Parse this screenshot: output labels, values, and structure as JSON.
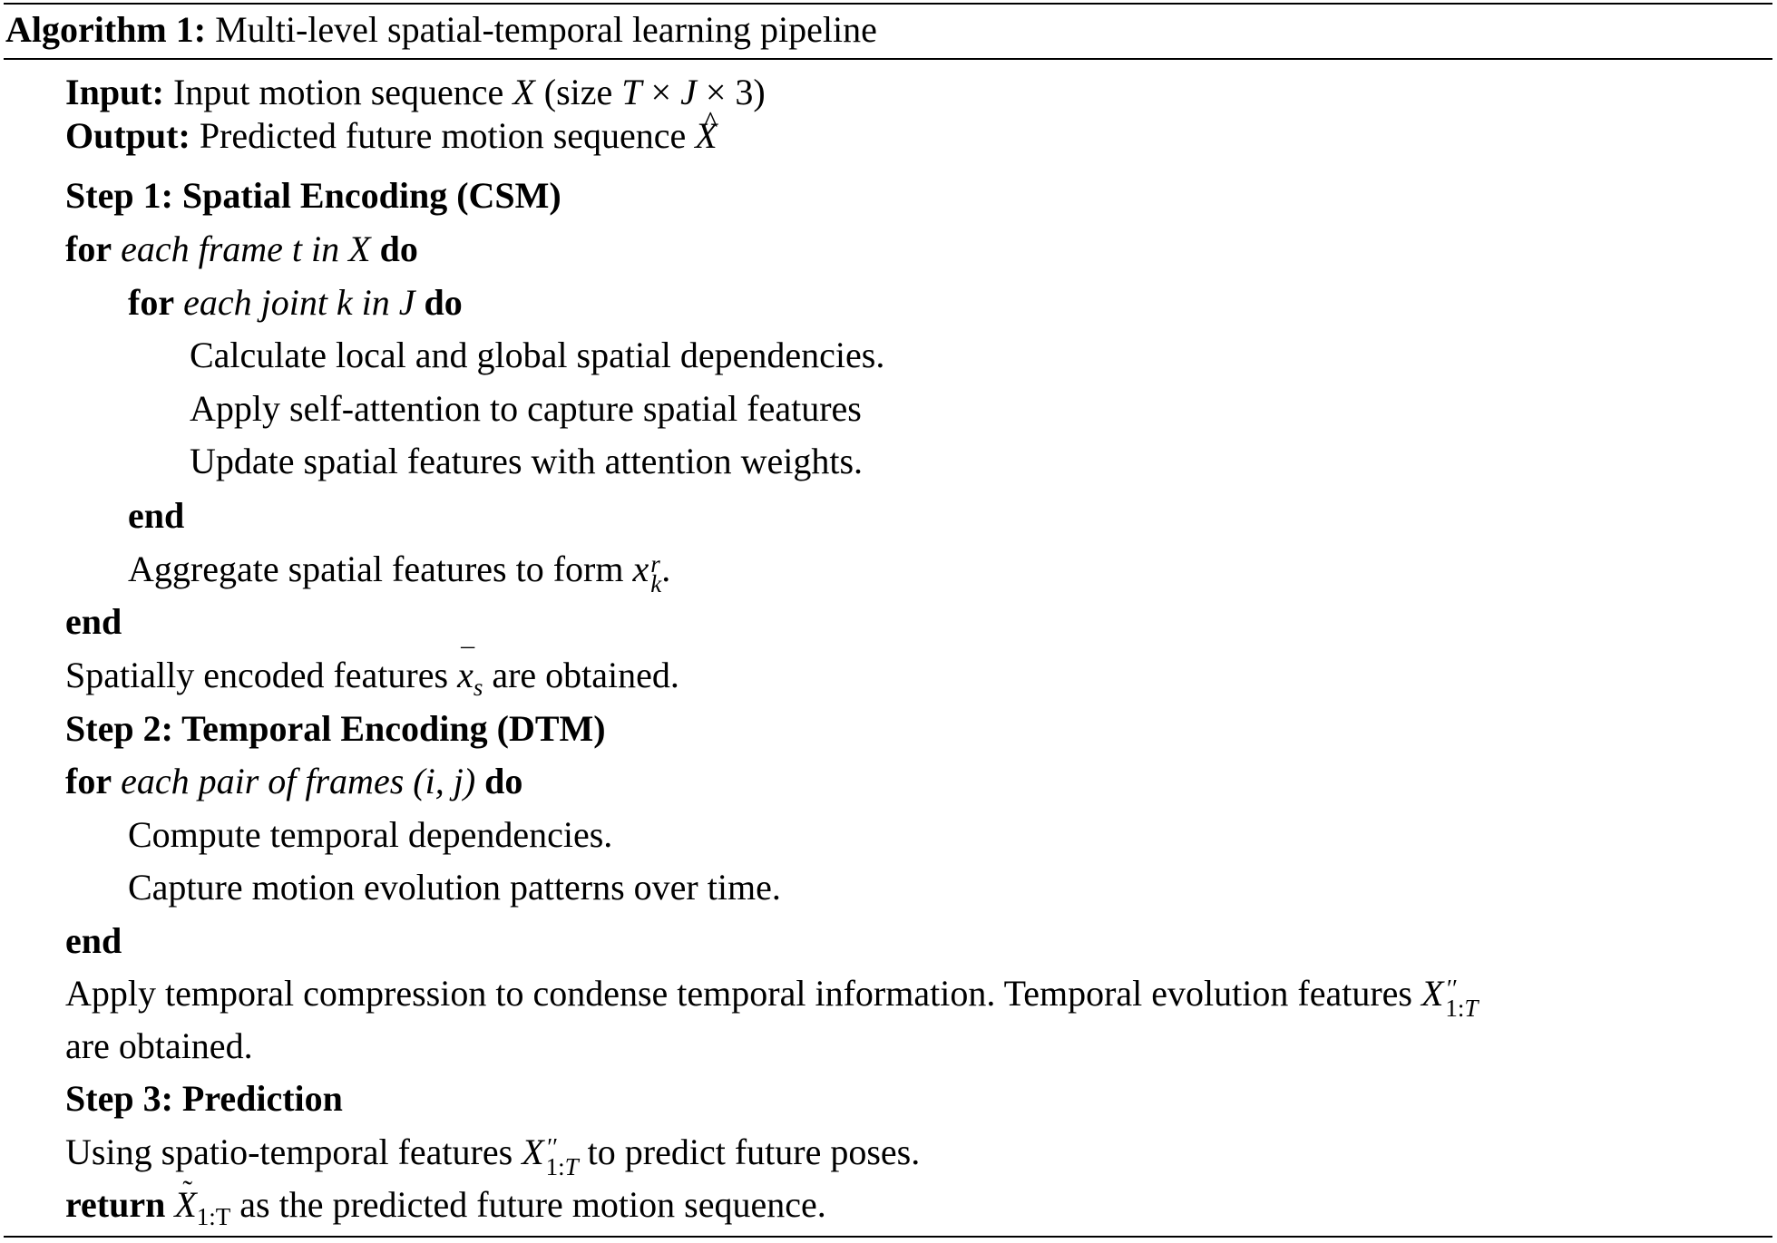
{
  "caption": {
    "label": "Algorithm 1:",
    "title": "Multi-level spatial-temporal learning pipeline"
  },
  "lines": {
    "input_label": "Input:",
    "input_text": "Input motion sequence",
    "input_var": "X",
    "input_size": "(size T × J × 3)",
    "output_label": "Output:",
    "output_text": "Predicted future motion sequence",
    "step1": "Step 1: Spatial Encoding (CSM)",
    "for_kw": "for",
    "do_kw": "do",
    "end_kw": "end",
    "for1_cond": "each frame t in X",
    "for2_cond": "each joint k in J",
    "s1_a": "Calculate local and global spatial dependencies.",
    "s1_b": "Apply self-attention to capture spatial features",
    "s1_c": "Update spatial features with attention weights.",
    "s1_agg": "Aggregate spatial features to form",
    "s1_enc_pre": "Spatially encoded features",
    "s1_enc_post": "are obtained.",
    "step2": "Step 2: Temporal Encoding (DTM)",
    "for3_cond": "each pair of frames (i, j)",
    "s2_a": "Compute temporal dependencies.",
    "s2_b": "Capture motion evolution patterns over time.",
    "s2_c": "Apply temporal compression to condense temporal information. Temporal evolution features",
    "s2_d": "are obtained.",
    "step3": "Step 3: Prediction",
    "s3_a_pre": "Using spatio-temporal features",
    "s3_a_post": "to predict future poses.",
    "return_kw": "return",
    "return_text": "as the predicted future motion sequence."
  }
}
